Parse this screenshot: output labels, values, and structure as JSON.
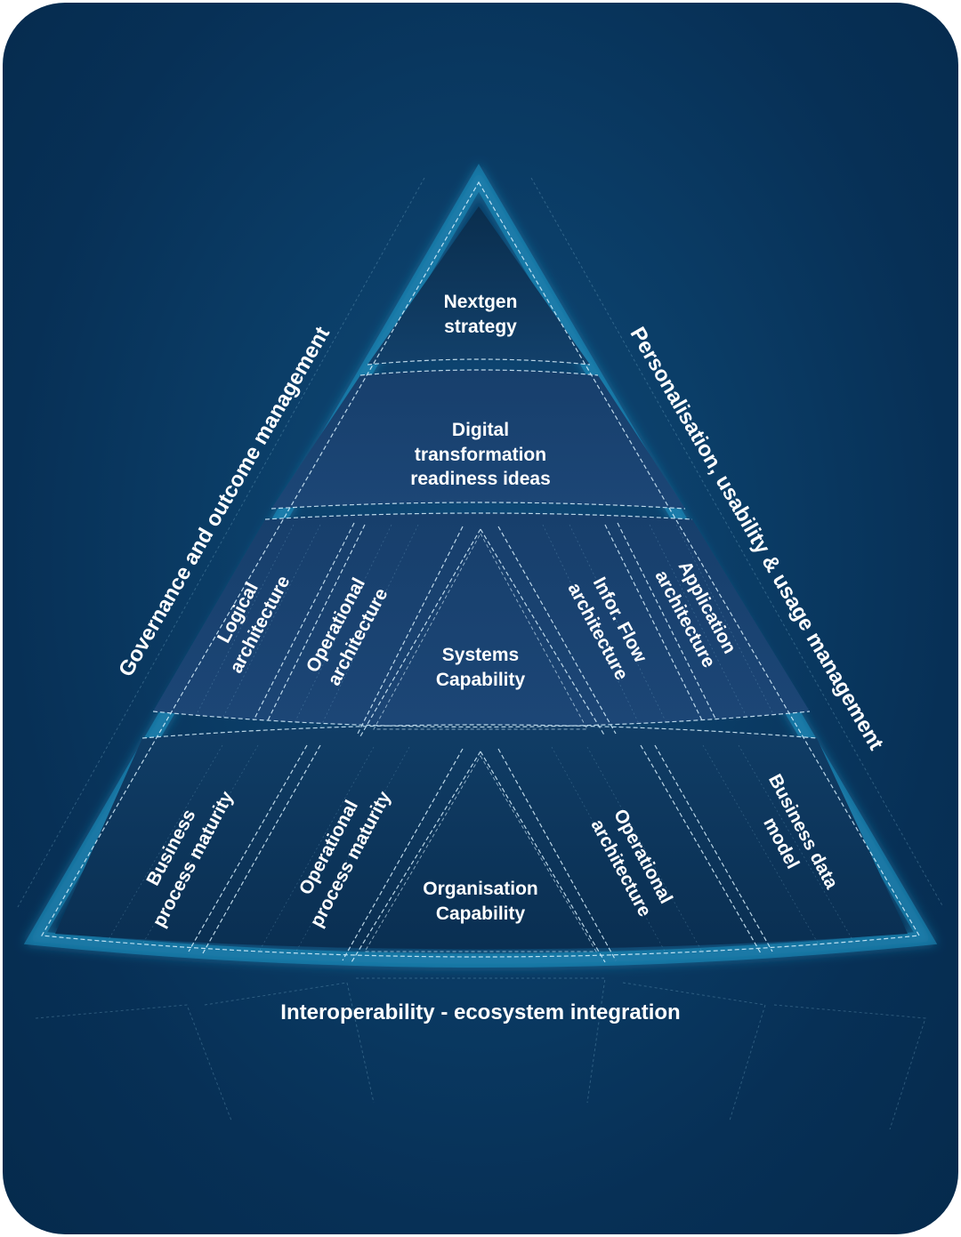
{
  "diagram": {
    "colors": {
      "background": "#0b3e68",
      "glow": "#2fa8d0",
      "line": "#d9f2ff",
      "text": "#ffffff"
    },
    "side_labels": {
      "left": "Governance and outcome management",
      "right": "Personalisation, usability & usage management",
      "bottom": "Interoperability - ecosystem integration"
    },
    "tiers": {
      "top": {
        "line1": "Nextgen",
        "line2": "strategy"
      },
      "second": {
        "line1": "Digital",
        "line2": "transformation",
        "line3": "readiness ideas"
      },
      "third": {
        "center": {
          "line1": "Systems",
          "line2": "Capability"
        },
        "left_blocks": [
          {
            "line1": "Logical",
            "line2": "architecture"
          },
          {
            "line1": "Operational",
            "line2": "architecture"
          }
        ],
        "right_blocks": [
          {
            "line1": "Infor. Flow",
            "line2": "architecture"
          },
          {
            "line1": "Application",
            "line2": "architecture"
          }
        ]
      },
      "base": {
        "center": {
          "line1": "Organisation",
          "line2": "Capability"
        },
        "left_blocks": [
          {
            "line1": "Business",
            "line2": "process maturity"
          },
          {
            "line1": "Operational",
            "line2": "process maturity"
          }
        ],
        "right_blocks": [
          {
            "line1": "Operational",
            "line2": "architecture"
          },
          {
            "line1": "Business data",
            "line2": "model"
          }
        ]
      }
    }
  }
}
